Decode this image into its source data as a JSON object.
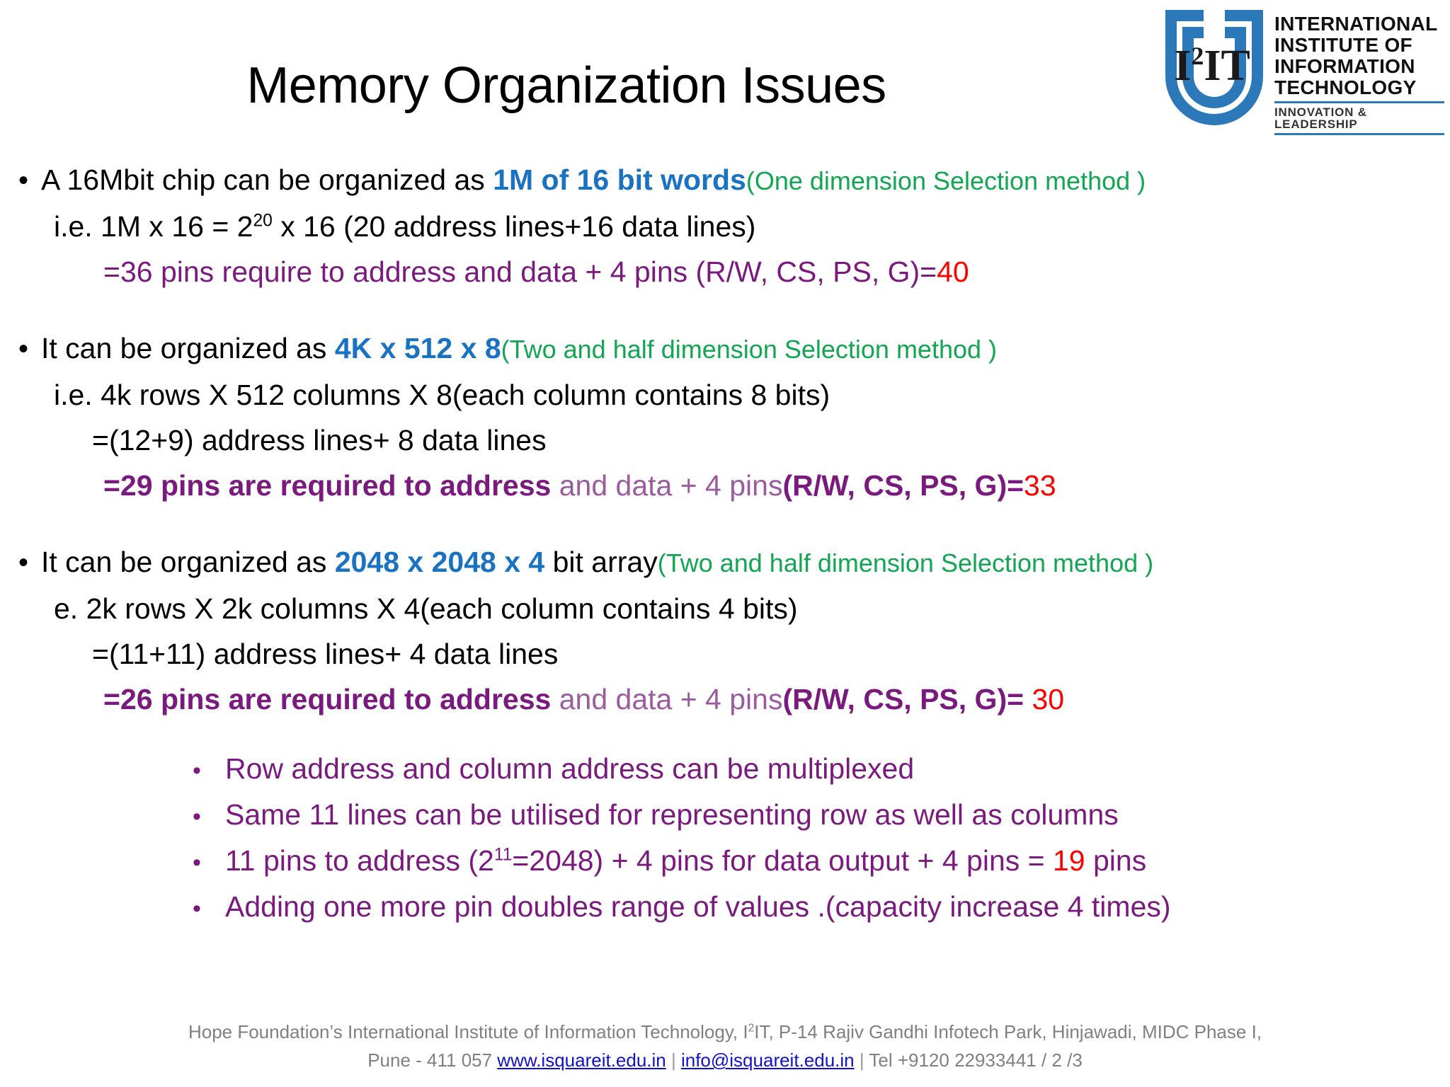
{
  "slide": {
    "title": "Memory Organization Issues"
  },
  "logo": {
    "mark_text": "I2IT",
    "line1": "INTERNATIONAL",
    "line2": "INSTITUTE OF",
    "line3": "INFORMATION",
    "line4": "TECHNOLOGY",
    "tagline": "INNOVATION & LEADERSHIP",
    "accent_color": "#2B79B8"
  },
  "colors": {
    "blue": "#1A72C2",
    "green": "#12A552",
    "purple": "#7A1A7E",
    "purple_light": "#9B5B9E",
    "red": "#FF0000",
    "black": "#000000",
    "footer_gray": "#808080",
    "link_blue": "#1111CC"
  },
  "bullets": [
    {
      "marker": "•",
      "lead_text": "A 16Mbit chip can be organized as ",
      "highlight": "1M of 16 bit words",
      "note": "(One dimension Selection method )",
      "line2_pre": "i.e. 1M x 16 = 2",
      "line2_sup": "20",
      "line2_post": " x 16 (20 address lines+16 data lines)",
      "result_pre": "=36 pins require to address and data + 4 pins (R/W, CS, PS,  G)=",
      "result_value": "40"
    },
    {
      "marker": "•",
      "lead_text": "It can be organized as ",
      "highlight": "4K x 512 x 8",
      "note": "(Two and half dimension Selection method  )",
      "line2": "i.e. 4k rows X 512 columns X 8(each column contains 8 bits)",
      "line3": "=(12+9) address lines+ 8 data lines",
      "result_a": "=29 pins are required to address",
      "result_b": " and data + 4 pins",
      "result_c": "(R/W, CS, PS,  G)=",
      "result_value": "33"
    },
    {
      "marker": "•",
      "lead_text": "It can be organized as ",
      "highlight": "2048 x 2048 x 4",
      "mid_text": " bit array",
      "note": "(Two and half dimension Selection method  )",
      "line2": "e.   2k rows X 2k columns X 4(each column contains 4 bits)",
      "line3": "=(11+11) address lines+ 4 data lines",
      "result_a": "=26 pins are required to address",
      "result_b": " and data + 4 pins",
      "result_c": "(R/W, CS, PS, G)= ",
      "result_value": "30"
    }
  ],
  "sub_bullets": [
    {
      "marker": "•",
      "text": "Row address and column address can be multiplexed"
    },
    {
      "marker": "•",
      "text": "Same 11 lines can be utilised for representing row as well as columns"
    },
    {
      "marker": "•",
      "pre": "11 pins to address (2",
      "sup": "11",
      "mid": "=2048) + 4 pins for data output + 4 pins = ",
      "value": "19",
      "post": " pins"
    },
    {
      "marker": "•",
      "text": "Adding one more pin doubles range of values .(capacity increase 4 times)"
    }
  ],
  "footer": {
    "line1_a": "Hope Foundation’s International Institute of Information Technology, I",
    "line1_sup": "2",
    "line1_b": "IT, P-14 Rajiv Gandhi Infotech Park, Hinjawadi,  MIDC Phase I,",
    "line2_pre": "Pune - 411 057  ",
    "website": "www.isquareit.edu.in",
    "sep1": " | ",
    "email": "info@isquareit.edu.in",
    "sep2": "  | ",
    "tel": "Tel +9120 22933441 / 2 /3"
  }
}
